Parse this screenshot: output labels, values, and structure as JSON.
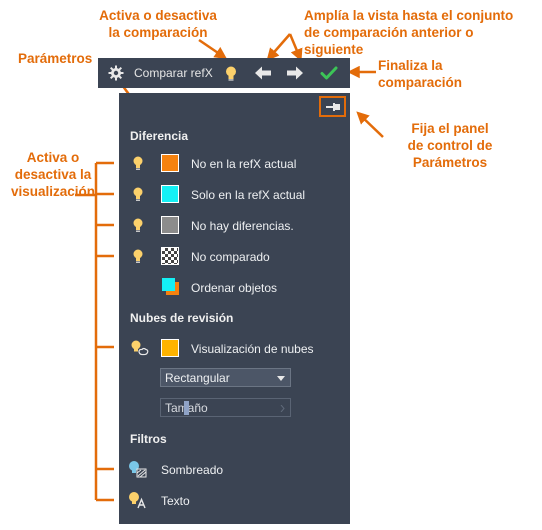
{
  "annotations": {
    "parametros": "Parámetros",
    "activa_comparacion": [
      "Activa o desactiva",
      "la comparación"
    ],
    "amplia_vista": [
      "Amplía la vista hasta el conjunto",
      "de comparación anterior o siguiente"
    ],
    "finaliza": [
      "Finaliza la",
      "comparación"
    ],
    "fija_panel": [
      "Fija el panel",
      "de control de",
      "Parámetros"
    ],
    "activa_visualizacion": [
      "Activa o",
      "desactiva la",
      "visualización"
    ]
  },
  "toolbar": {
    "title": "Comparar refX",
    "icons": [
      "gear-icon",
      "bulb-icon",
      "arrow-left-icon",
      "arrow-right-icon",
      "checkmark-icon"
    ]
  },
  "panel": {
    "pin_icon": "pin-icon",
    "diferencia": {
      "heading": "Diferencia",
      "items": [
        {
          "label": "No en la refX actual",
          "color": "#f5820f"
        },
        {
          "label": "Solo en la refX actual",
          "color": "#14f0f5"
        },
        {
          "label": "No hay diferencias.",
          "color": "#8c8c8c"
        },
        {
          "label": "No comparado",
          "color": "checker"
        },
        {
          "label": "Ordenar objetos",
          "color": "stacked"
        }
      ]
    },
    "nubes": {
      "heading": "Nubes de revisión",
      "visualizacion_label": "Visualización de nubes",
      "cloud_color": "#ffb300",
      "shape_value": "Rectangular",
      "size_value": "Tamaño"
    },
    "filtros": {
      "heading": "Filtros",
      "items": [
        {
          "label": "Sombreado",
          "icon": "hatch-icon"
        },
        {
          "label": "Texto",
          "icon": "text-icon"
        }
      ]
    }
  },
  "colors": {
    "annotation": "#e36c0a",
    "panel_bg": "#3b4453",
    "bulb": "#fcd16b",
    "check": "#3cc457"
  }
}
